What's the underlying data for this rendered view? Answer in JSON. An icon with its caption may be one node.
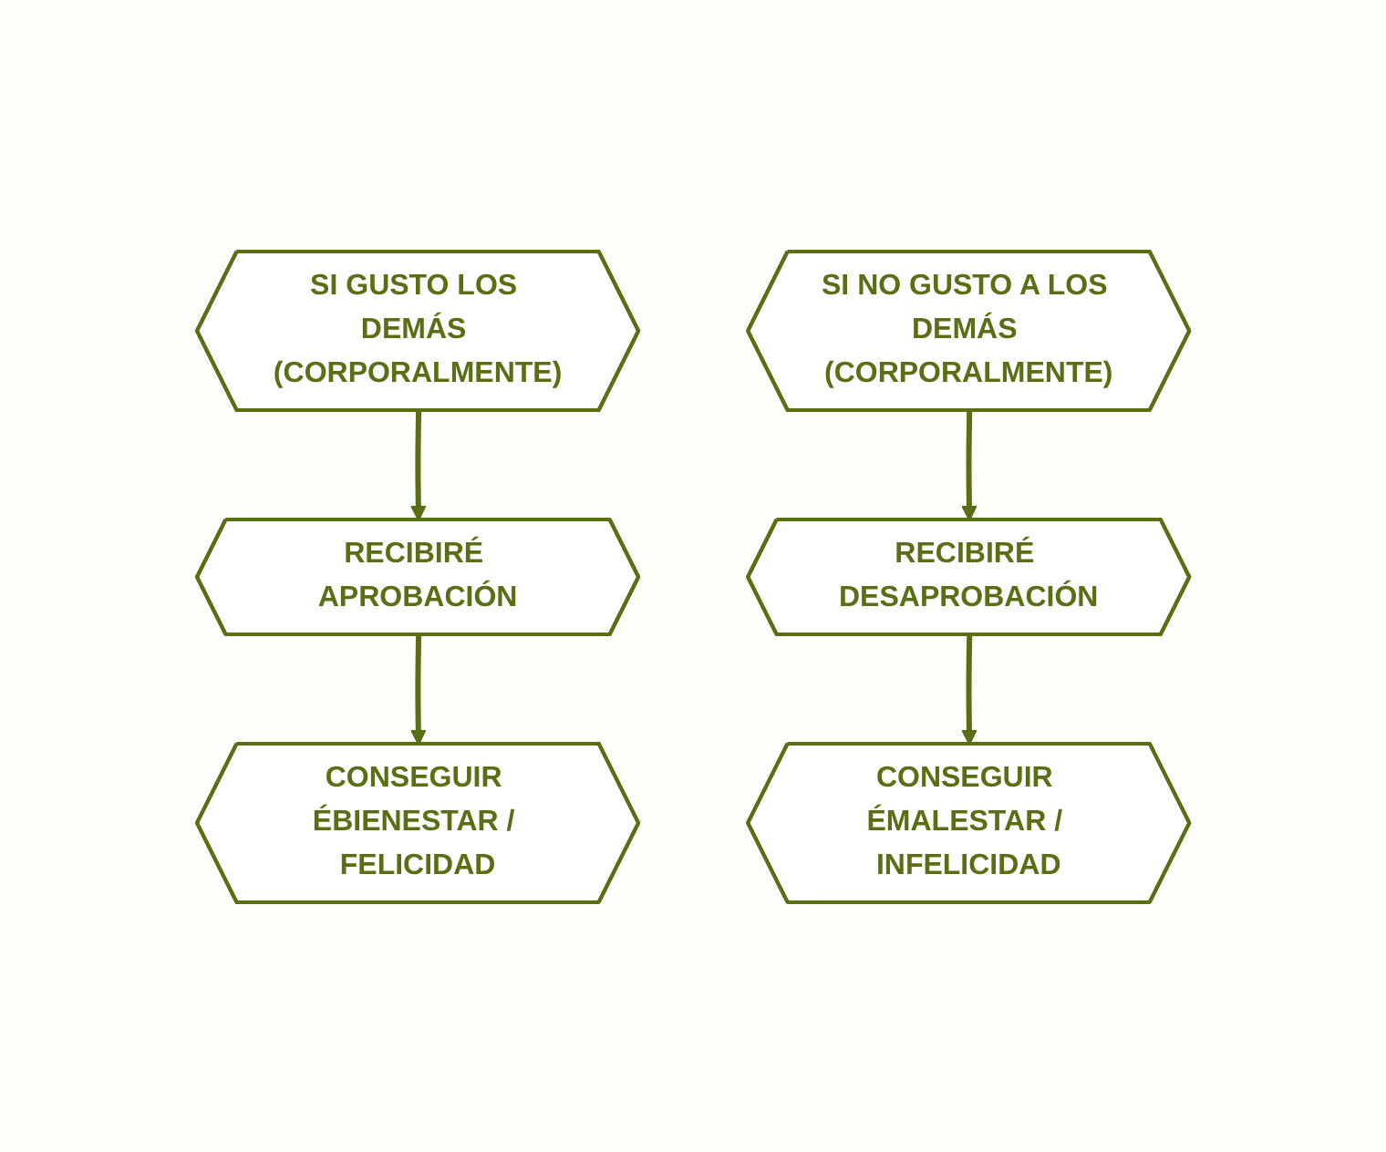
{
  "diagram": {
    "nodes": [
      {
        "text": [
          "SI GUSTO LOS DEMÁS (CORPORALMENTE)"
        ]
      },
      {
        "text": [
          "SI NO GUSTO A LOS DEMÁS (CORPORALMENTE)"
        ]
      },
      {
        "text": [
          "RECIBIRÉ APROBACIÓN"
        ]
      },
      {
        "text": [
          "RECIBIRÉ DESAPROBACIÓN"
        ]
      },
      {
        "text": [
          "CONSEGUIR ÉBIENESTAR / FELICIDAD"
        ]
      },
      {
        "text": [
          "CONSEGUIR ÉMALESTAR / INFELICIDAD"
        ]
      }
    ],
    "edges": [
      {
        "from": 0,
        "to": 2,
        "arrow": "to"
      },
      {
        "from": 2,
        "to": 4,
        "arrow": "to"
      },
      {
        "from": 1,
        "to": 3,
        "arrow": "to"
      },
      {
        "from": 3,
        "to": 5,
        "arrow": "to"
      }
    ]
  }
}
